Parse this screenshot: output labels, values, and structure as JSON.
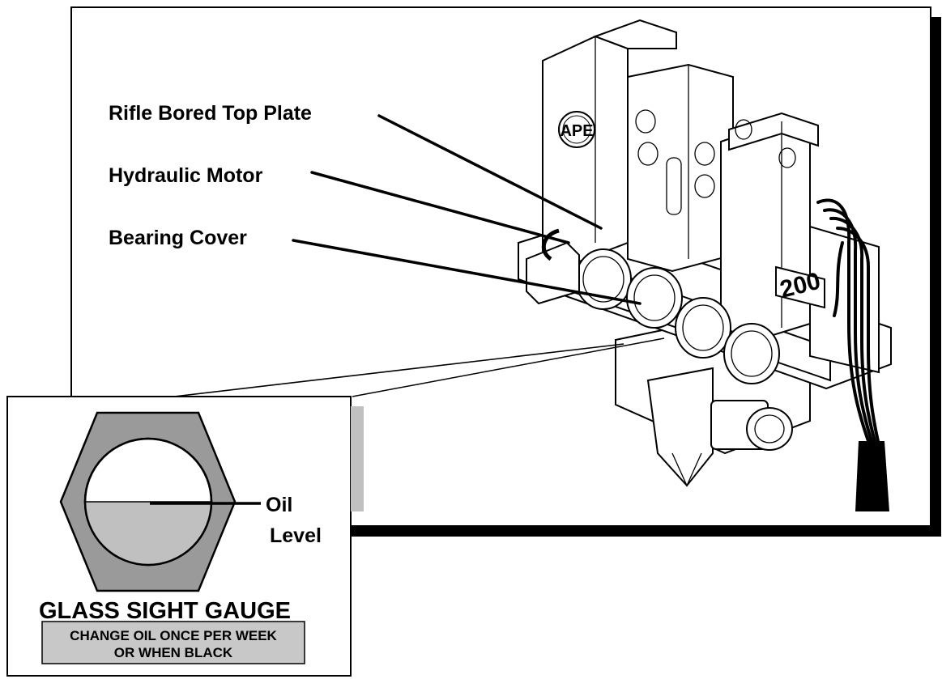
{
  "labels": {
    "rifle_bored_top_plate": "Rifle Bored Top Plate",
    "hydraulic_motor": "Hydraulic Motor",
    "bearing_cover": "Bearing Cover",
    "oil": "Oil",
    "level": "Level"
  },
  "gauge": {
    "title": "GLASS SIGHT GAUGE",
    "note_line1": "CHANGE OIL ONCE PER WEEK",
    "note_line2": "OR WHEN BLACK"
  },
  "machine_markings": {
    "logo": "APE",
    "model": "200"
  },
  "colors": {
    "ink": "#000000",
    "panel_shadow": "#000000",
    "oil_fill": "#c0c0c0",
    "hex_fill": "#9a9a9a",
    "note_box": "#c8c8c8",
    "shade_strip": "#c0c0c0"
  }
}
